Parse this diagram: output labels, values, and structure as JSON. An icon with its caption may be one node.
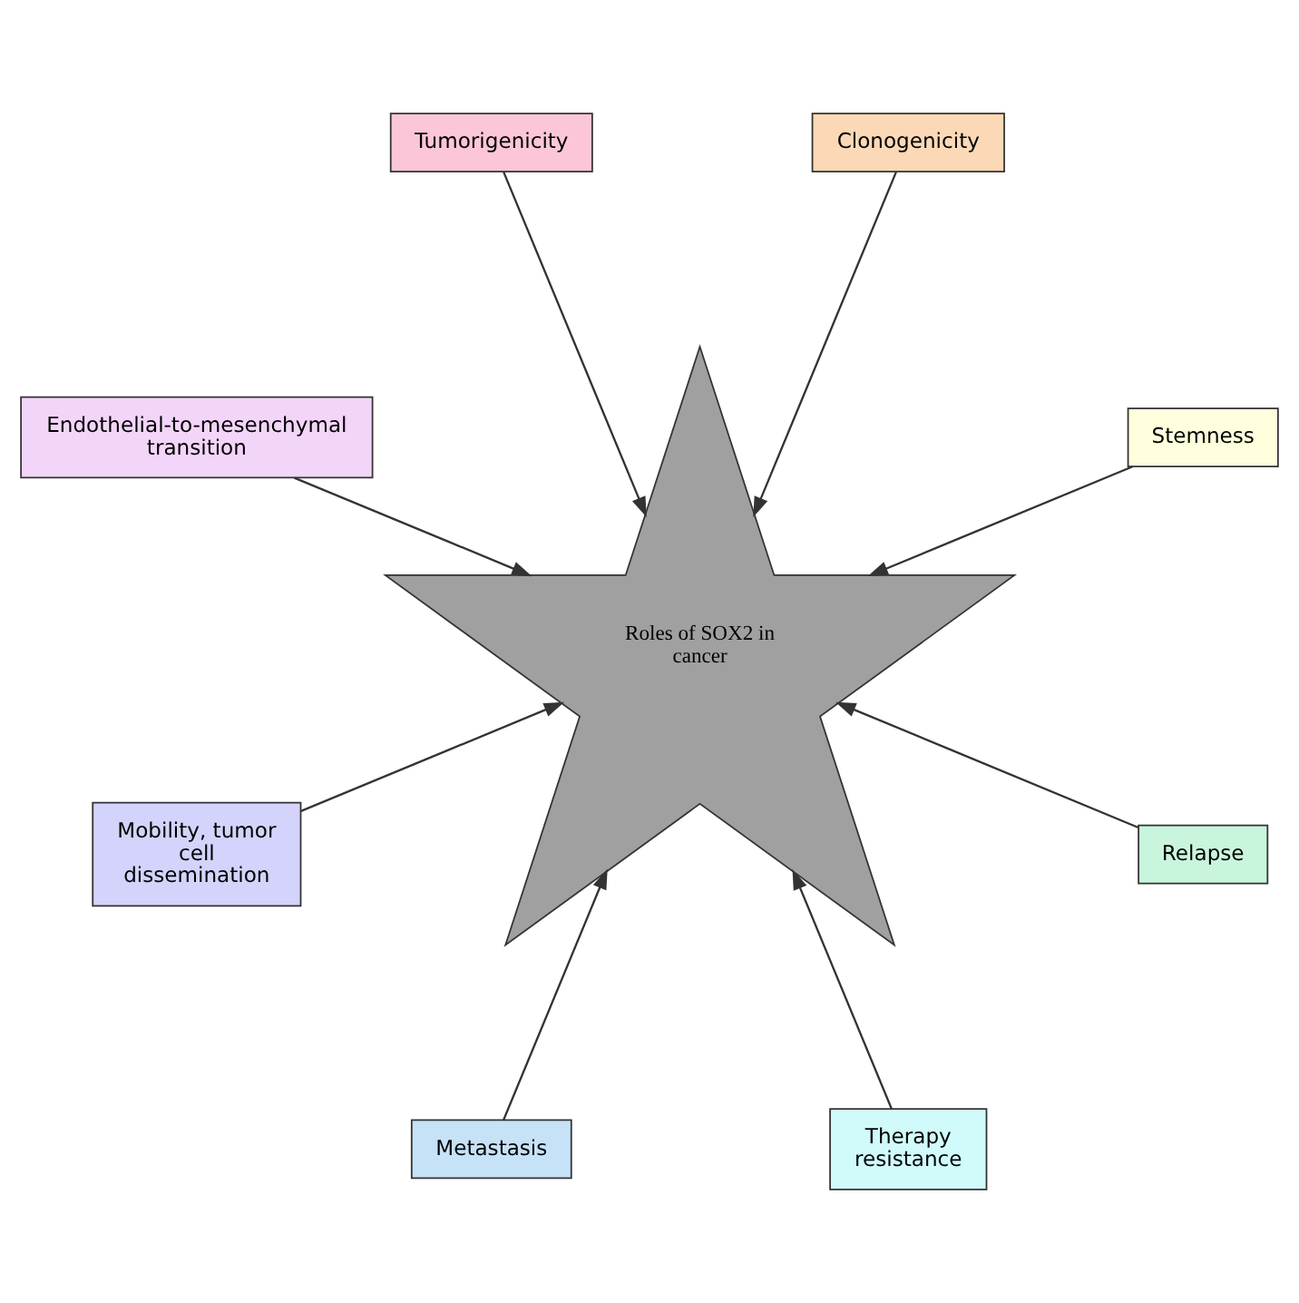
{
  "diagram": {
    "nodes": [
      {
        "text": [
          "Roles of SOX2 in cancer"
        ]
      },
      {
        "text": [
          "Stemness"
        ]
      },
      {
        "text": [
          "Clonogenicity"
        ]
      },
      {
        "text": [
          "Tumorigenicity"
        ]
      },
      {
        "text": [
          "Endothelial-to-mesenchymal transition"
        ]
      },
      {
        "text": [
          "Mobility, tumor cell dissemination"
        ]
      },
      {
        "text": [
          "Metastasis"
        ]
      },
      {
        "text": [
          "Therapy resistance"
        ]
      },
      {
        "text": [
          "Relapse"
        ]
      }
    ],
    "edges": [
      {
        "from": 1,
        "to": 0,
        "arrow": "to"
      },
      {
        "from": 2,
        "to": 0,
        "arrow": "to"
      },
      {
        "from": 3,
        "to": 0,
        "arrow": "to"
      },
      {
        "from": 4,
        "to": 0,
        "arrow": "to"
      },
      {
        "from": 5,
        "to": 0,
        "arrow": "to"
      },
      {
        "from": 6,
        "to": 0,
        "arrow": "to"
      },
      {
        "from": 7,
        "to": 0,
        "arrow": "to"
      },
      {
        "from": 8,
        "to": 0,
        "arrow": "to"
      }
    ]
  }
}
